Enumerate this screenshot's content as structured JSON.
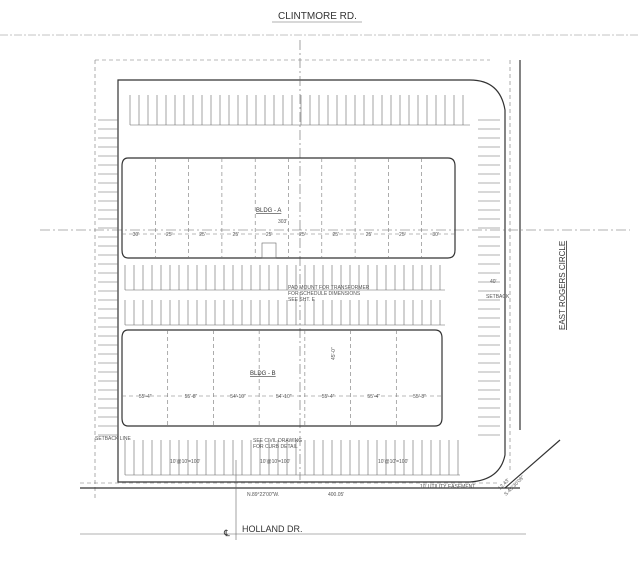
{
  "streets": {
    "north": "CLINTMORE RD.",
    "south": "HOLLAND DR.",
    "east": "EAST ROGERS CIRCLE"
  },
  "buildings": {
    "a": {
      "label": "BLDG - A",
      "overall": "303'",
      "bays": [
        "30'",
        "25'",
        "25'",
        "25'",
        "25'",
        "25'",
        "25'",
        "25'",
        "25'",
        "30'"
      ]
    },
    "b": {
      "label": "BLDG - B",
      "bays": [
        "55'-4\"",
        "55'-8\"",
        "54'-10\"",
        "54'-10\"",
        "55'-4\"",
        "55'-4\"",
        "55'-8\""
      ],
      "depth": "45'-0\""
    }
  },
  "notes": {
    "transformer": [
      "PAD MOUNT FOR TRANSFORMER",
      "FOR SCHEDULE DIMENSIONS",
      "SEE SHT. E"
    ],
    "curb": [
      "SEE CIVIL DRAWING",
      "FOR CURB DETAIL"
    ],
    "utility_easement": "10' UTILITY EASEMENT",
    "bearing": "N.89°22'00\"W.",
    "distance": "400.05'",
    "curve": [
      "12.43'",
      "S.45°30'08\""
    ],
    "setback": "SETBACK LINE",
    "parking_rows": [
      "10'@10'=100'",
      "10'@10'=100'",
      "10'@10'=100'"
    ],
    "setback_east": "SETBACK",
    "dim_40": "40'",
    "centerline": "℄"
  }
}
